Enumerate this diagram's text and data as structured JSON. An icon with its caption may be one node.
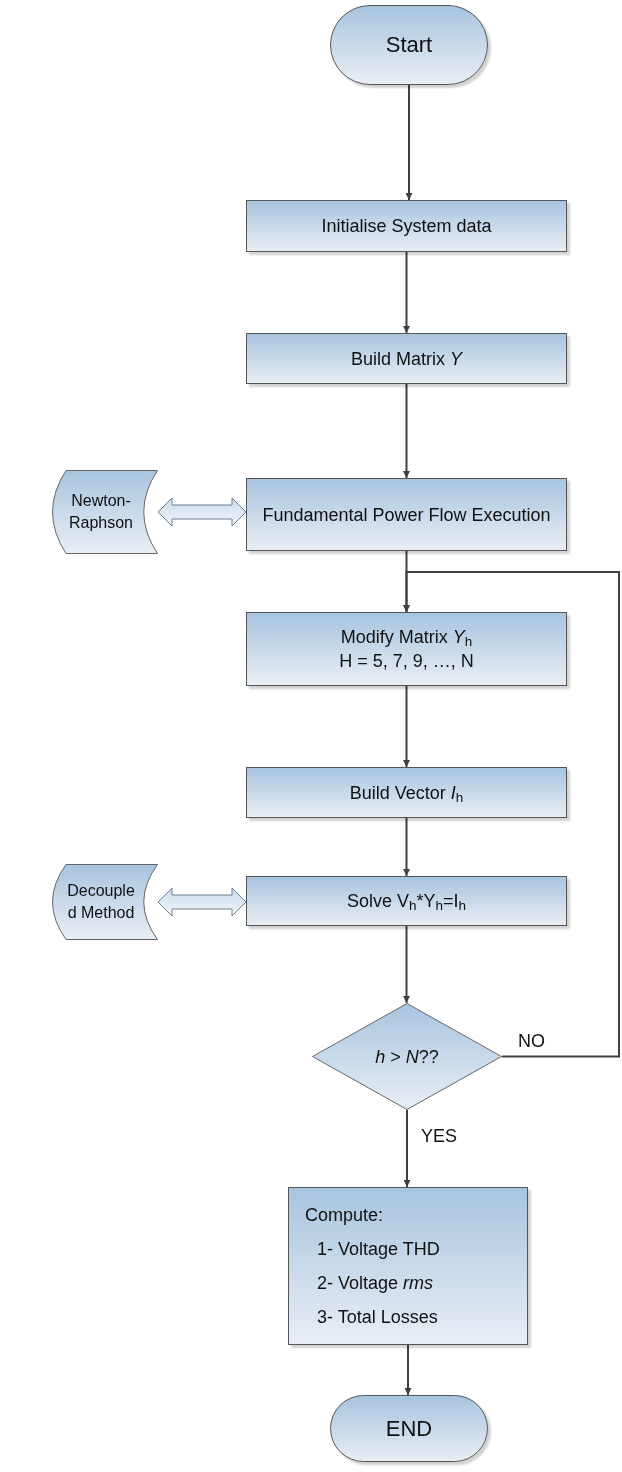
{
  "diagram": {
    "nodes": [
      {
        "text": [
          "Start"
        ]
      },
      {
        "text": [
          "Initialise System data"
        ]
      },
      {
        "text": [
          "Build Matrix *Y*"
        ]
      },
      {
        "text": [
          "Newton-Raphson"
        ]
      },
      {
        "text": [
          "Fundamental Power Flow Execution"
        ]
      },
      {
        "text": [
          "Modify Matrix *Y*$_{h}$",
          "H = 5, 7, 9, …, N"
        ]
      },
      {
        "text": [
          "Build Vector *I*$_{h}$"
        ]
      },
      {
        "text": [
          "Decouple d Method"
        ]
      },
      {
        "text": [
          "Solve V$_{h}$*Y$_{h}$=I$_{h}$"
        ]
      },
      {
        "text": [
          "*h* > *N*??"
        ]
      },
      {
        "text": [
          "Compute:",
          "1- Voltage THD",
          "2- Voltage *rms*",
          "3- Total Losses"
        ]
      },
      {
        "text": [
          "END"
        ]
      }
    ],
    "edges": [
      {
        "from": 0,
        "to": 1,
        "arrow": "to"
      },
      {
        "from": 1,
        "to": 2,
        "arrow": "to"
      },
      {
        "from": 2,
        "to": 4,
        "arrow": "to"
      },
      {
        "from": 3,
        "to": 4,
        "arrow": "both",
        "style": "thick"
      },
      {
        "from": 4,
        "to": 5,
        "arrow": "to"
      },
      {
        "from": 9,
        "to": 5,
        "arrow": "to",
        "label": "NO"
      },
      {
        "from": 5,
        "to": 6,
        "arrow": "to"
      },
      {
        "from": 6,
        "to": 8,
        "arrow": "to"
      },
      {
        "from": 7,
        "to": 8,
        "arrow": "both",
        "style": "thick"
      },
      {
        "from": 8,
        "to": 9,
        "arrow": "to"
      },
      {
        "from": 9,
        "to": 10,
        "arrow": "to",
        "label": "YES"
      },
      {
        "from": 10,
        "to": 11,
        "arrow": "to"
      }
    ]
  }
}
